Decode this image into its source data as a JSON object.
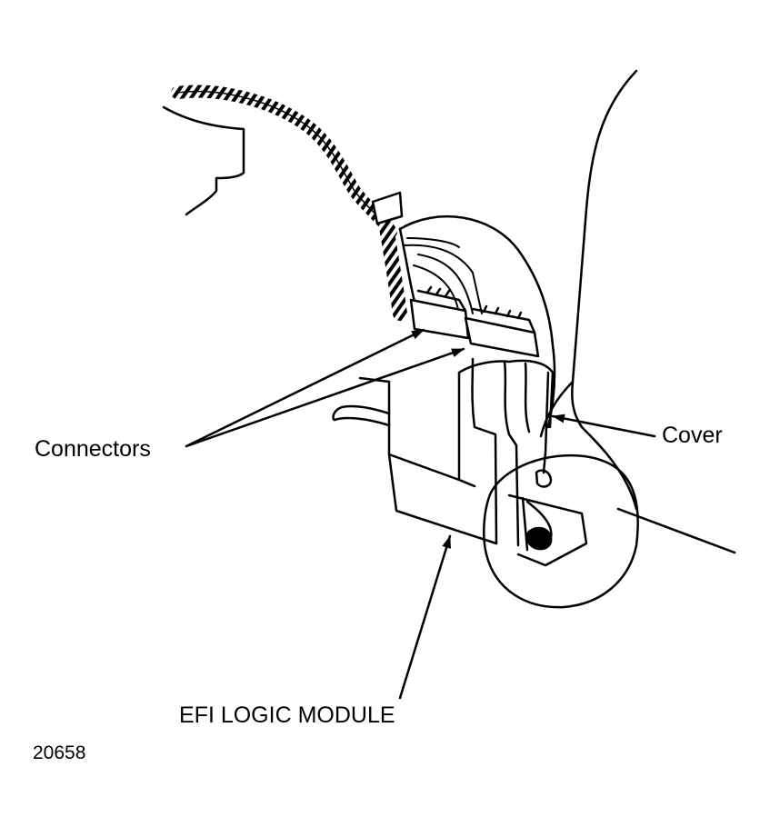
{
  "labels": {
    "connectors": "Connectors",
    "cover": "Cover",
    "module": "EFI LOGIC MODULE",
    "figure_number": "20658"
  },
  "colors": {
    "ink": "#000000",
    "paper": "#ffffff"
  }
}
